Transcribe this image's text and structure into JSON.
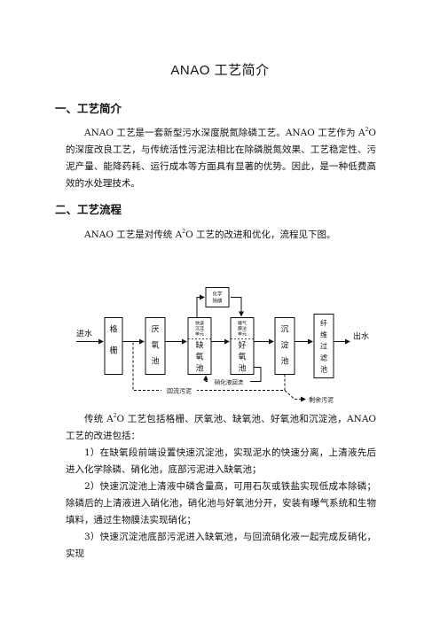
{
  "title": "ANAO 工艺简介",
  "section1": {
    "heading": "一、工艺简介",
    "p1_a": "ANAO 工艺是一套新型污水深度脱氮除磷工艺。ANAO 工艺作为 A",
    "p1_sup": "2",
    "p1_b": "O 的深度改良工艺，与传统活性污泥法相比在除磷脱氮效果、工艺稳定性、污泥产量、能降药耗、运行成本等方面具有显著的优势。因此，是一种低费高效的水处理技术。"
  },
  "section2": {
    "heading": "二、工艺流程",
    "p1_a": "ANAO 工艺是对传统 A",
    "p1_sup": "2",
    "p1_b": "O 工艺的改进和优化，流程见下图。"
  },
  "diagram": {
    "inlet": "进水",
    "outlet": "出水",
    "grille": [
      "格",
      "栅"
    ],
    "anaerobic": [
      "厌",
      "氧",
      "池"
    ],
    "anoxic_top": [
      "快速",
      "沉淀",
      "单元"
    ],
    "anoxic": [
      "缺",
      "氧",
      "池"
    ],
    "aerobic_top": [
      "曝气",
      "膜法",
      "单元"
    ],
    "aerobic": [
      "好",
      "氧",
      "池"
    ],
    "clarifier": [
      "沉",
      "淀",
      "池"
    ],
    "filter": [
      "纤",
      "维",
      "过",
      "滤",
      "池"
    ],
    "top_box": [
      "化学",
      "除磷"
    ],
    "nitrate_return": "硝化液回流",
    "sludge_return": "回流污泥",
    "excess_sludge": "剩余污泥"
  },
  "section3": {
    "intro_a": "传统 A",
    "intro_sup": "2",
    "intro_b": "O 工艺包括格栅、厌氧池、缺氧池、好氧池和沉淀池，ANAO 工艺的改进包括：",
    "item1": "1）在缺氧段前端设置快速沉淀池，实现泥水的快速分离，上清液先后进入化学除磷、硝化池，底部污泥进入缺氧池；",
    "item2": "2）快速沉淀池上清液中磷含量高，可用石灰或铁盐实现低成本除磷；除磷后的上清液进入硝化池，硝化池与好氧池分开，安装有曝气系统和生物填料，通过生物膜法实现硝化；",
    "item3": "3）快速沉淀池底部污泥进入缺氧池，与回流硝化液一起完成反硝化，实现"
  }
}
